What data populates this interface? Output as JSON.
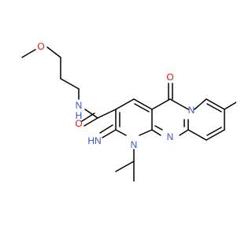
{
  "colors": {
    "bond": "#000000",
    "oxygen": "#ff0d0d",
    "nitrogen": "#3050f8",
    "background": "#ffffff"
  },
  "labels": {
    "methoxy_o": "O",
    "amide_nh": "N",
    "amide_h": "H",
    "amide_o": "O",
    "ring_o": "O",
    "ring_n_bridge": "N",
    "ring_n_lower": "N",
    "ring_n_isopropyl": "N",
    "imine_n": "N",
    "imine_h": "H",
    "imino_text": "HN"
  }
}
